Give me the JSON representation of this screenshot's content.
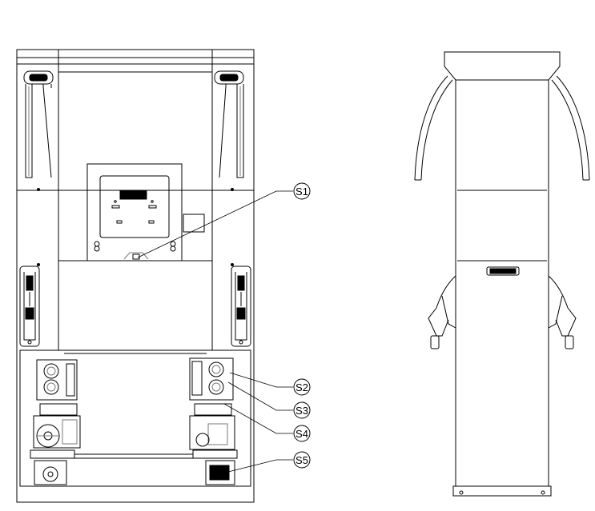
{
  "callouts": [
    {
      "id": "s1",
      "label": "S1"
    },
    {
      "id": "s2",
      "label": "S2"
    },
    {
      "id": "s3",
      "label": "S3"
    },
    {
      "id": "s4",
      "label": "S4"
    },
    {
      "id": "s5",
      "label": "S5"
    }
  ],
  "colors": {
    "line": "#000000",
    "gray": "#7a7a7a",
    "background": "#ffffff"
  }
}
